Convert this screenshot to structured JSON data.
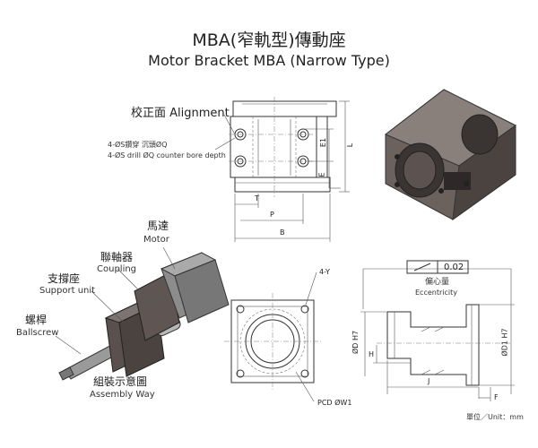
{
  "title": {
    "cn": "MBA(窄軌型)傳動座",
    "en": "Motor Bracket MBA (Narrow Type)"
  },
  "front_view": {
    "alignment_label": "校正面 Alignment",
    "hole_note_cn": "4-ØS鑽穿  沉頭ØQ",
    "hole_note_en": "4-ØS drill ØQ counter bore depth",
    "dims": {
      "E1": "E1",
      "E": "E",
      "L": "L",
      "T": "T",
      "P": "P",
      "B": "B"
    }
  },
  "assembly": {
    "motor_cn": "馬達",
    "motor_en": "Motor",
    "coupling_cn": "聯軸器",
    "coupling_en": "Coupling",
    "support_cn": "支撐座",
    "support_en": "Support unit",
    "ballscrew_cn": "螺桿",
    "ballscrew_en": "Ballscrew",
    "assembly_cn": "組裝示意圖",
    "assembly_en": "Assembly Way"
  },
  "end_view": {
    "holes": "4-Y",
    "pcd": "PCD  ØW1"
  },
  "side_view": {
    "tolerance_value": "0.02",
    "eccentricity_cn": "偏心量",
    "eccentricity_en": "Eccentricity",
    "dims": {
      "D_H7": "ØD H7",
      "D1_H7": "ØD1 H7",
      "H": "H",
      "J": "J",
      "F": "F"
    }
  },
  "unit": "單位／Unit：mm",
  "colors": {
    "metal": "#6b625e",
    "metal_dark": "#4a4340",
    "motor": "#8a8a8a"
  }
}
